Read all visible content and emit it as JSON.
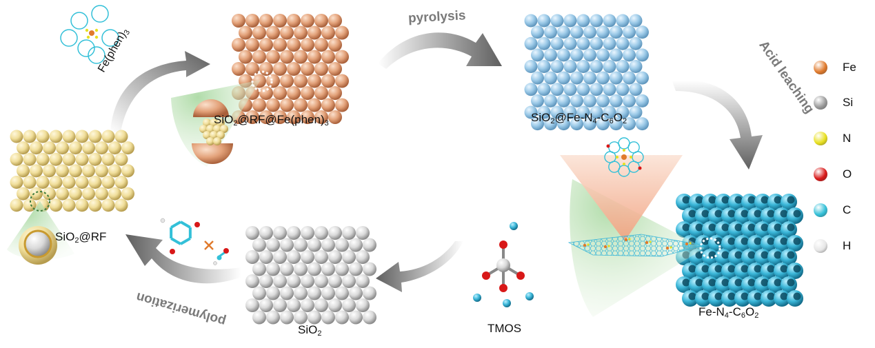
{
  "labels": {
    "sio2_rf_fephen": {
      "pre": "SiO",
      "s1": "2",
      "post": "@RF@Fe(phen)",
      "s2": "3"
    },
    "sio2_fen4c6o2": {
      "pre": "SiO",
      "s1": "2",
      "mid": "@Fe-N",
      "s2": "4",
      "mid2": "-C",
      "s3": "6",
      "mid3": "O",
      "s4": "2"
    },
    "fen4c6o2": {
      "pre": "Fe-N",
      "s1": "4",
      "mid": "-C",
      "s2": "6",
      "mid2": "O",
      "s3": "2"
    },
    "sio2_rf": {
      "pre": "SiO",
      "s1": "2",
      "post": "@RF"
    },
    "sio2": {
      "pre": "SiO",
      "s1": "2"
    },
    "tmos": "TMOS",
    "fephen": {
      "pre": "Fe(phen)",
      "s1": "3"
    }
  },
  "steps": {
    "pyrolysis": "pyrolysis",
    "acid_leaching": "Acid leaching",
    "polymerization": "polymerization"
  },
  "legend": [
    {
      "symbol": "Fe",
      "color": "#e07a2c"
    },
    {
      "symbol": "Si",
      "color": "#9a9a9a"
    },
    {
      "symbol": "N",
      "color": "#e8e020"
    },
    {
      "symbol": "O",
      "color": "#d81818"
    },
    {
      "symbol": "C",
      "color": "#33c0d8"
    },
    {
      "symbol": "H",
      "color": "#e6e6e6"
    }
  ],
  "colors": {
    "sphere_copper": "#e3a27a",
    "sphere_blue": "#9ccae8",
    "sphere_cyan": "#3ab6d8",
    "sphere_yellow": "#f0de9a",
    "sphere_silver": "#d9d9d9",
    "arrow_gray": "#707070",
    "cone_green": "#c6e6bb"
  }
}
